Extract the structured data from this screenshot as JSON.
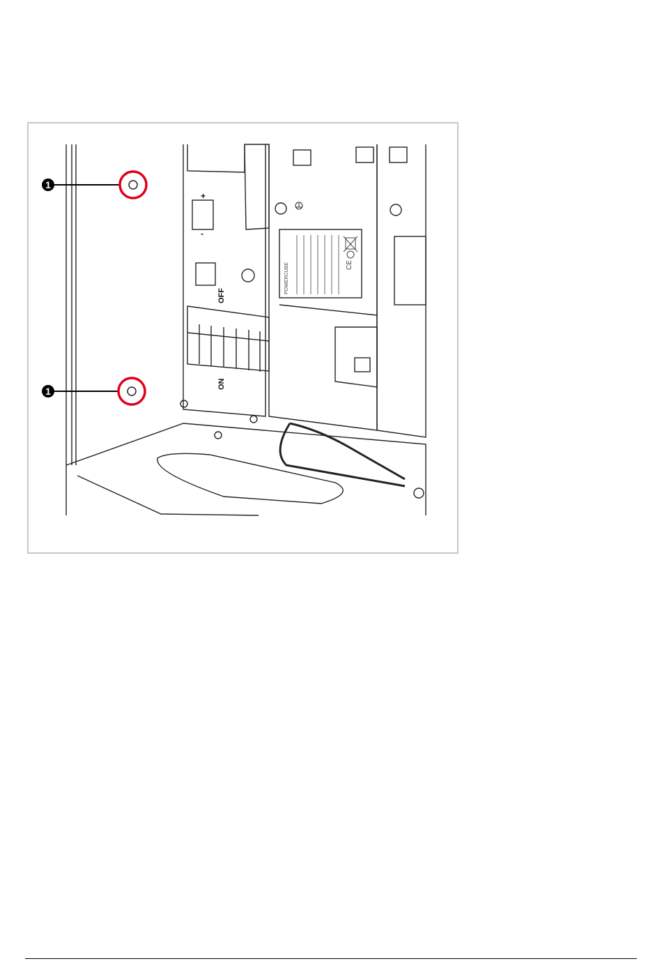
{
  "figure": {
    "callouts": [
      {
        "number": "1"
      },
      {
        "number": "1"
      }
    ],
    "panel_labels": {
      "off": "OFF",
      "on": "ON",
      "plus": "+",
      "minus": "-"
    },
    "nameplate": {
      "brand": "POWERCUBE",
      "ce_mark": "CE"
    }
  },
  "colors": {
    "callout_ring": "#e0001a",
    "callout_badge": "#000000",
    "frame_border": "#c8c8c8",
    "line_art": "#222222"
  },
  "icons": [
    "ground-icon",
    "weee-bin-icon",
    "recycle-icon"
  ]
}
